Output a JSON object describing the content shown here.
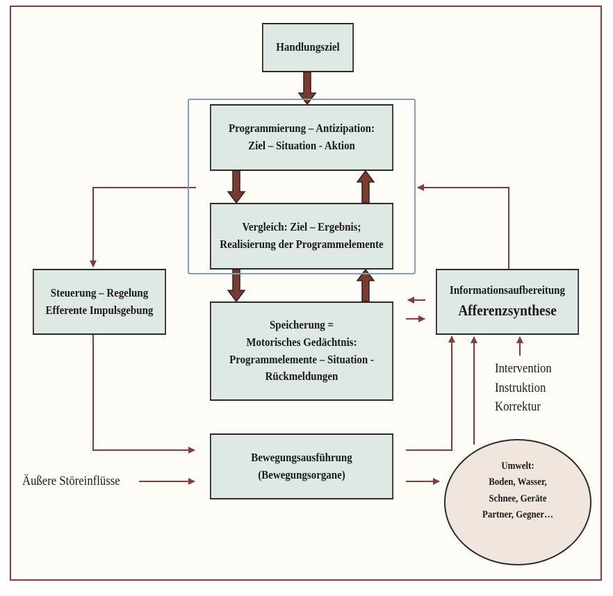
{
  "nodes": {
    "handlungsziel": [
      "Handlungsziel"
    ],
    "programmierung": [
      "Programmierung – Antizipation:",
      "Ziel – Situation - Aktion"
    ],
    "vergleich": [
      "Vergleich: Ziel – Ergebnis;",
      "Realisierung der Programmelemente"
    ],
    "steuerung": [
      "Steuerung – Regelung",
      "Efferente Impulsgebung"
    ],
    "speicherung": [
      "Speicherung =",
      "Motorisches Gedächtnis:",
      "Programmelemente – Situation -",
      "Rückmeldungen"
    ],
    "informationsaufbereitung": [
      "Informationsaufbereitung",
      "Afferenzsynthese"
    ],
    "bewegungsausfuehrung": [
      "Bewegungsausführung",
      "(Bewegungsorgane)"
    ],
    "umwelt": [
      "Umwelt:",
      "Boden, Wasser,",
      "Schnee, Geräte",
      "Partner, Gegner…"
    ]
  },
  "labels": {
    "intervention": [
      "Intervention",
      "Instruktion",
      "Korrektur"
    ],
    "stoereinfluesse": "Äußere Störeinflüsse"
  },
  "colors": {
    "box_fill": "#dfe9e3",
    "box_border": "#2b2b2b",
    "thick_arrow": "#7a3b30",
    "thin_arrow": "#8a3a3a",
    "frame": "#8a3a3a",
    "group_border": "#7fa0b8",
    "ellipse_fill": "#f1e6dd"
  }
}
